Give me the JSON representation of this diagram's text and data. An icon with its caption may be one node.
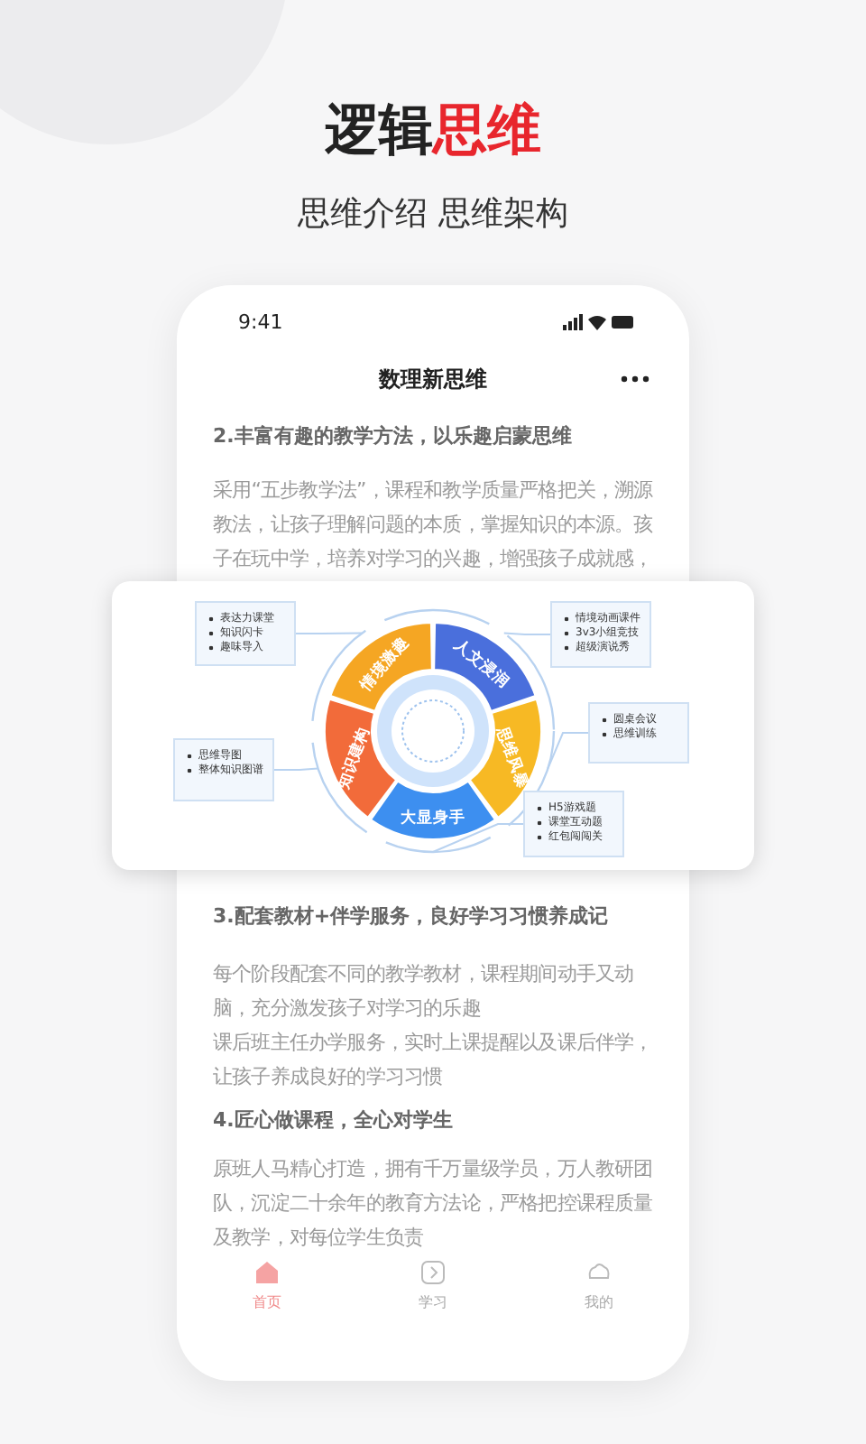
{
  "diagram": {
    "title": "逻辑思维",
    "nodes": [
      {
        "text": [
          "情境激趣"
        ]
      },
      {
        "text": [
          "人文浸润"
        ]
      },
      {
        "text": [
          "思维风暴"
        ]
      },
      {
        "text": [
          "大显身手"
        ]
      },
      {
        "text": [
          "知识建构"
        ]
      },
      {
        "text": [
          "表达力课堂",
          "知识闪卡",
          "趣味导入"
        ]
      },
      {
        "text": [
          "情境动画课件",
          "3v3小组竞技",
          "超级演说秀"
        ]
      },
      {
        "text": [
          "圆桌会议",
          "思维训练"
        ]
      },
      {
        "text": [
          "H5游戏题",
          "课堂互动题",
          "红包闯闯关"
        ]
      },
      {
        "text": [
          "思维导图",
          "整体知识图谱"
        ]
      }
    ],
    "edges": [
      {
        "from": 5,
        "to": 0,
        "arrow": "none"
      },
      {
        "from": 6,
        "to": 1,
        "arrow": "none"
      },
      {
        "from": 7,
        "to": 2,
        "arrow": "none"
      },
      {
        "from": 8,
        "to": 3,
        "arrow": "none"
      },
      {
        "from": 9,
        "to": 4,
        "arrow": "none"
      }
    ],
    "labels": [
      "思维介绍 思维架构",
      "9:41",
      "数理新思维",
      "2.丰富有趣的教学方法，以乐趣启蒙思维",
      "采用“五步教学法”，课程和教学质量严格把关，溯源教法，让孩子理解问题的本质，掌握知识的本源。孩子在玩中学，培养对学习的兴趣，增强孩子成就感，提升专注力",
      "3.配套教材+伴学服务，良好学习习惯养成记",
      "每个阶段配套不同的教学教材，课程期间动手又动脑，充分激发孩子对学习的乐趣",
      "课后班主任办学服务，实时上课提醒以及课后伴学，让孩子养成良好的学习习惯",
      "4.匠心做课程，全心对学生",
      "原班人马精心打造，拥有千万量级学员，万人教研团队，沉淀二十余年的教育方法论，严格把控课程质量及教学，对每位学生负责",
      "首页",
      "学习",
      "我的"
    ]
  }
}
